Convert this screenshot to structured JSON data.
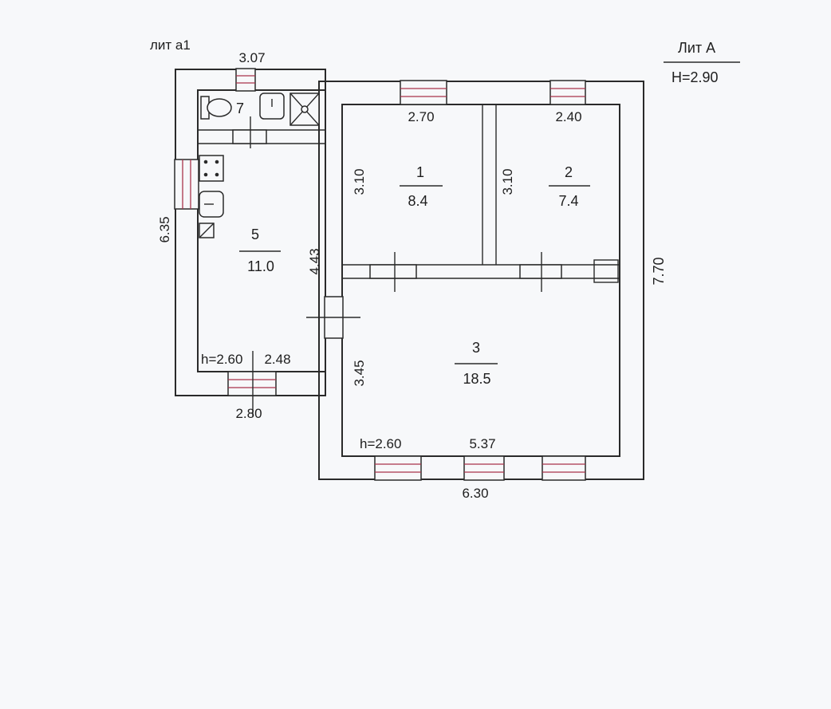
{
  "header": {
    "lit_main": "Лит А",
    "lit_main_height": "Н=2.90",
    "lit_annex": "лит а1"
  },
  "rooms": {
    "r1": {
      "number": "1",
      "area": "8.4"
    },
    "r2": {
      "number": "2",
      "area": "7.4"
    },
    "r3": {
      "number": "3",
      "area": "18.5"
    },
    "r5": {
      "number": "5",
      "area": "11.0"
    },
    "r7": {
      "number": "7"
    }
  },
  "dimensions": {
    "annex_top": "3.07",
    "annex_left": "6.35",
    "annex_inner_right": "4.43",
    "annex_bottom_inner": "2.48",
    "annex_bottom_outer": "2.80",
    "annex_height": "h=2.60",
    "room1_width": "2.70",
    "room1_height": "3.10",
    "room2_width": "2.40",
    "room2_height": "3.10",
    "main_right": "7.70",
    "room3_height": "3.45",
    "room3_width": "5.37",
    "main_height": "h=2.60",
    "main_bottom": "6.30"
  }
}
